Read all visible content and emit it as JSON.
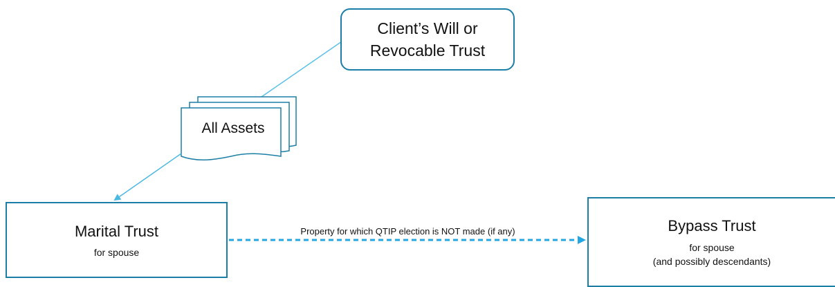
{
  "client": {
    "line1": "Client’s Will or",
    "line2": "Revocable Trust"
  },
  "assets": {
    "label": "All Assets"
  },
  "marital": {
    "title": "Marital Trust",
    "subtitle": "for spouse"
  },
  "bypass": {
    "title": "Bypass Trust",
    "subtitle1": "for spouse",
    "subtitle2": "(and possibly descendants)"
  },
  "flow": {
    "label": "Property for which QTIP election is NOT made (if any)"
  },
  "colors": {
    "border": "#1b7ea6",
    "connector": "#5bc0e8",
    "dashed": "#22a7e3"
  }
}
